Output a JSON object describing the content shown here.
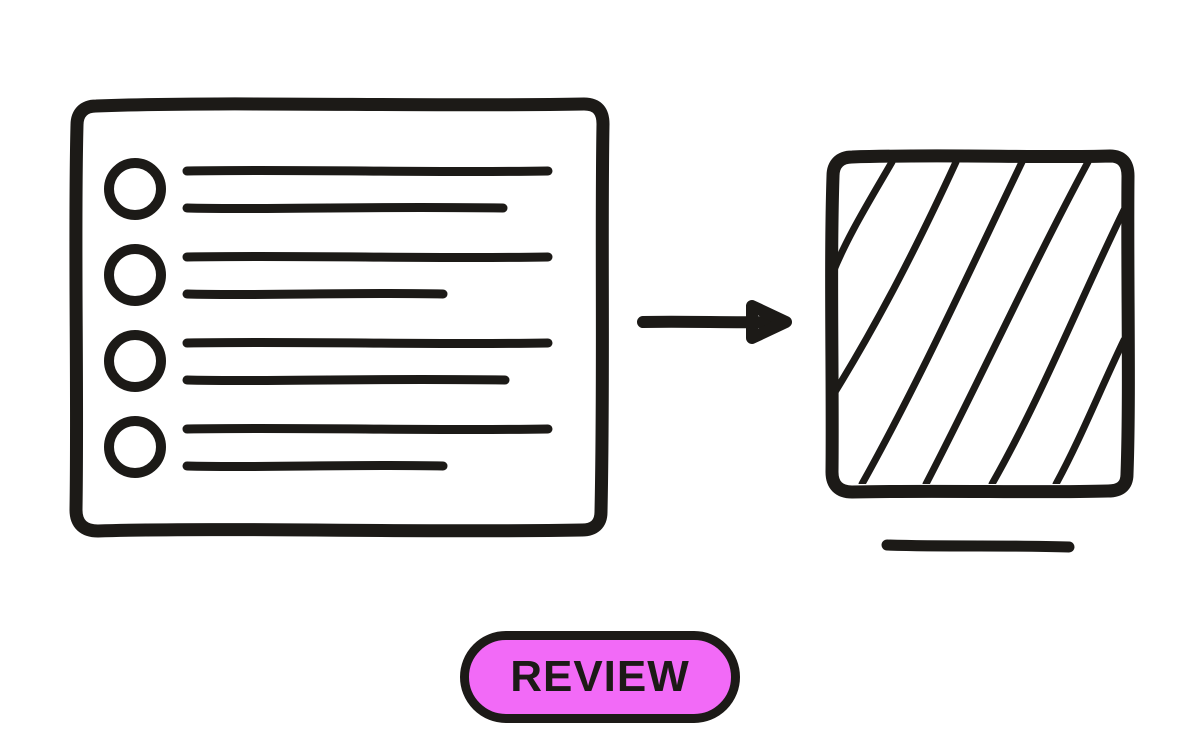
{
  "diagram": {
    "source_panel": {
      "list_items": [
        {
          "bullet": "circle",
          "lines": 2
        },
        {
          "bullet": "circle",
          "lines": 2
        },
        {
          "bullet": "circle",
          "lines": 2
        },
        {
          "bullet": "circle",
          "lines": 2
        }
      ]
    },
    "connector": {
      "icon": "arrow-right-icon"
    },
    "target_panel": {
      "fill": "diagonal-hatch",
      "caption_line": true
    }
  },
  "button": {
    "label": "REVIEW",
    "color": "#f26af7"
  },
  "colors": {
    "ink": "#1c1a17",
    "background": "#ffffff",
    "accent": "#f26af7"
  }
}
